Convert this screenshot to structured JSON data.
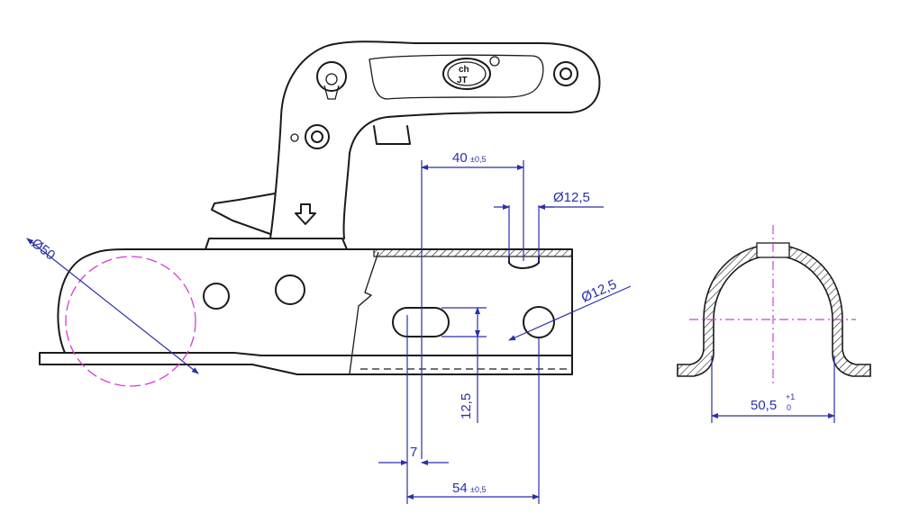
{
  "dimensions": {
    "ball_diameter": "Ø50",
    "hole_spacing": {
      "value": "40",
      "tolerance": "±0,5"
    },
    "top_hole_diameter": "Ø12,5",
    "side_hole_diameter": "Ø12,5",
    "slot_height": "12,5",
    "slot_offset": "7",
    "bottom_spacing": {
      "value": "54",
      "tolerance": "±0,5"
    },
    "profile_width": {
      "value": "50,5",
      "upper_tol": "+1",
      "lower_tol": "0"
    }
  },
  "logo": {
    "line1": "ch",
    "line2": "JT"
  },
  "colors": {
    "part": "#1a1a1a",
    "dimension": "#2b2fa8",
    "centerline": "#d63bd6"
  }
}
